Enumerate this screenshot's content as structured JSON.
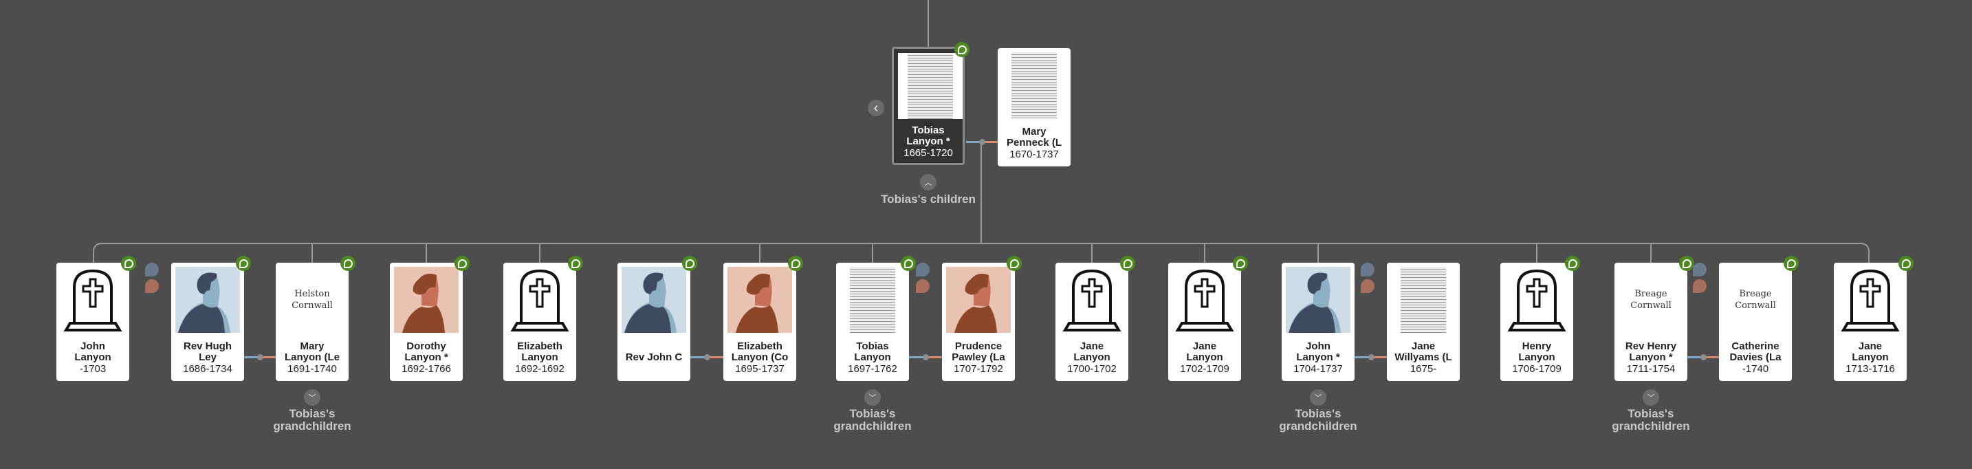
{
  "focus": {
    "name": "Tobias\nLanyon *",
    "years": "1665-1720",
    "image": "document",
    "badge": true
  },
  "focus_spouse": {
    "name": "Mary\nPenneck (L",
    "years": "1670-1737",
    "image": "document",
    "badge": false
  },
  "children_toggle": {
    "label": "Tobias's children",
    "icon": "chevron-up-icon"
  },
  "back_button": {
    "icon": "chevron-left-icon"
  },
  "grandchildren_label": "Tobias's\ngrandchildren",
  "colors": {
    "background": "#4d4d4d",
    "badge": "#4c8a1f",
    "male_line": "#7ea9c6",
    "female_line": "#d9876e"
  },
  "children": [
    {
      "name": "John\nLanyon",
      "years": "-1703",
      "image": "tomb",
      "badge": true,
      "child": true
    },
    {
      "name": "Rev Hugh\nLey",
      "years": "1686-1734",
      "image": "male",
      "badge": true,
      "child": false,
      "parents": true
    },
    {
      "name": "Mary\nLanyon (Le",
      "years": "1691-1740",
      "image": "place",
      "place": "Helston\nCornwall",
      "badge": true,
      "child": true,
      "grandchildren": true
    },
    {
      "name": "Dorothy\nLanyon *",
      "years": "1692-1766",
      "image": "female",
      "badge": true,
      "child": true
    },
    {
      "name": "Elizabeth\nLanyon",
      "years": "1692-1692",
      "image": "tomb",
      "badge": true,
      "child": true
    },
    {
      "name": "Rev John C",
      "years": "",
      "image": "male",
      "badge": true,
      "child": false
    },
    {
      "name": "Elizabeth\nLanyon (Co",
      "years": "1695-1737",
      "image": "female",
      "badge": true,
      "child": true
    },
    {
      "name": "Tobias\nLanyon",
      "years": "1697-1762",
      "image": "document",
      "badge": true,
      "child": true,
      "grandchildren": true
    },
    {
      "name": "Prudence\nPawley (La",
      "years": "1707-1792",
      "image": "female",
      "badge": true,
      "child": false,
      "parents": true
    },
    {
      "name": "Jane\nLanyon",
      "years": "1700-1702",
      "image": "tomb",
      "badge": true,
      "child": true
    },
    {
      "name": "Jane\nLanyon",
      "years": "1702-1709",
      "image": "tomb",
      "badge": true,
      "child": true
    },
    {
      "name": "John\nLanyon *",
      "years": "1704-1737",
      "image": "male",
      "badge": false,
      "child": true,
      "grandchildren": true
    },
    {
      "name": "Jane\nWillyams (L",
      "years": "1675-",
      "image": "document",
      "badge": false,
      "child": false,
      "parents": true
    },
    {
      "name": "Henry\nLanyon",
      "years": "1706-1709",
      "image": "tomb",
      "badge": true,
      "child": true
    },
    {
      "name": "Rev Henry\nLanyon *",
      "years": "1711-1754",
      "image": "place",
      "place": "Breage\nCornwall",
      "badge": true,
      "child": true,
      "grandchildren": true
    },
    {
      "name": "Catherine\nDavies (La",
      "years": "-1740",
      "image": "place",
      "place": "Breage\nCornwall",
      "badge": true,
      "child": false,
      "parents": true
    },
    {
      "name": "Jane\nLanyon",
      "years": "1713-1716",
      "image": "tomb",
      "badge": true,
      "child": true
    }
  ]
}
